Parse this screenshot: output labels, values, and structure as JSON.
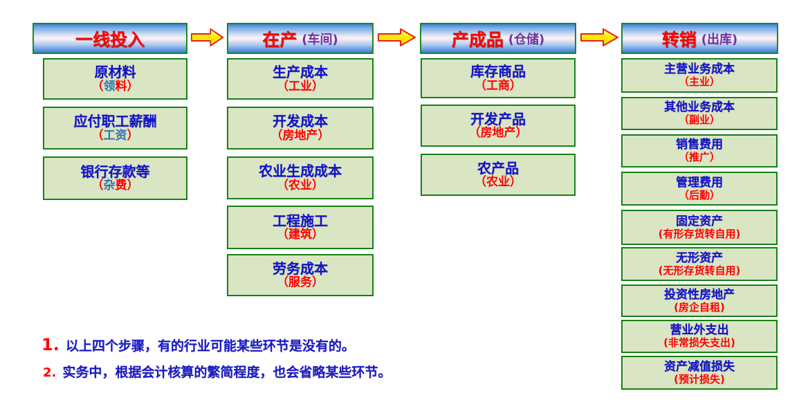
{
  "palette": {
    "header_border_green": "#1b8a1b",
    "header_gradient_blue": "#3b82d8",
    "header_gradient_center": "#fceff6",
    "header_title_red": "#ff0000",
    "header_tag_purple": "#7030a0",
    "box_bg_green": "#dae5c4",
    "box_border_green": "#168016",
    "box_title_blue": "#1212cc",
    "box_sub_red": "#ff0000",
    "box_sub_steel_blue": "#2e75b6",
    "arrow_fill_yellow": "#ffee00",
    "arrow_border_red": "#e02020",
    "note_number_red": "#ff0000",
    "note_text_blue": "#1a1ac8"
  },
  "icons": {
    "flow_arrow": "right-block-arrow"
  },
  "flow": {
    "columns": [
      {
        "header": {
          "title": "一线投入",
          "tag": ""
        },
        "boxes": [
          {
            "title": "原材料",
            "sub_pre": "（",
            "sub_mid": "领",
            "sub_post": "料）"
          },
          {
            "title": "应付职工薪酬",
            "sub_pre": "（",
            "sub_mid": "工资",
            "sub_post": "）"
          },
          {
            "title": "银行存款等",
            "sub_pre": "（",
            "sub_mid": "杂",
            "sub_post": "费）"
          }
        ]
      },
      {
        "header": {
          "title": "在产",
          "tag": "(车间)"
        },
        "boxes": [
          {
            "title": "生产成本",
            "sub": "（工业）"
          },
          {
            "title": "开发成本",
            "sub": "（房地产）"
          },
          {
            "title": "农业生成成本",
            "sub": "（农业）"
          },
          {
            "title": "工程施工",
            "sub": "（建筑）"
          },
          {
            "title": "劳务成本",
            "sub": "（服务）"
          }
        ]
      },
      {
        "header": {
          "title": "产成品",
          "tag": "(仓储)"
        },
        "boxes": [
          {
            "title": "库存商品",
            "sub": "（工商）"
          },
          {
            "title": "开发产品",
            "sub": "（房地产）"
          },
          {
            "title": "农产品",
            "sub": "（农业）"
          }
        ]
      },
      {
        "header": {
          "title": "转销",
          "tag": "(出库)"
        },
        "boxes": [
          {
            "title": "主营业务成本",
            "sub": "（主业）"
          },
          {
            "title": "其他业务成本",
            "sub": "（副业）"
          },
          {
            "title": "销售费用",
            "sub": "（推广）"
          },
          {
            "title": "管理费用",
            "sub": "（后勤）"
          },
          {
            "title": "固定资产",
            "sub": "(有形存货转自用)"
          },
          {
            "title": "无形资产",
            "sub": "(无形存货转自用)"
          },
          {
            "title": "投资性房地产",
            "sub": "(房企自租)"
          },
          {
            "title": "营业外支出",
            "sub": "(非常损失支出)"
          },
          {
            "title": "资产减值损失",
            "sub": "(预计损失)"
          }
        ]
      }
    ]
  },
  "notes": [
    {
      "num": "1.",
      "text": "以上四个步骤，有的行业可能某些环节是没有的。"
    },
    {
      "num": "2.",
      "text": "实务中，根据会计核算的繁简程度，也会省略某些环节。"
    }
  ]
}
